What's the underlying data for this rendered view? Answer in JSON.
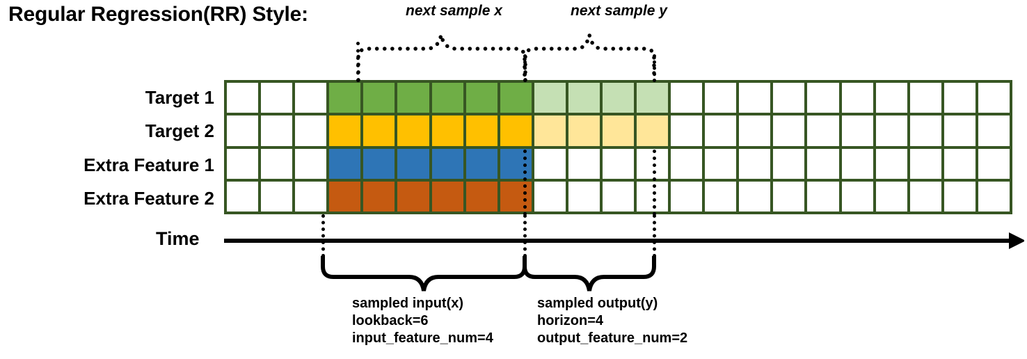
{
  "title": "Regular Regression(RR) Style:",
  "rows": [
    {
      "label": "Target 1",
      "color_key": "green"
    },
    {
      "label": "Target 2",
      "color_key": "yellow"
    },
    {
      "label": "Extra Feature 1",
      "color_key": "blue"
    },
    {
      "label": "Extra Feature 2",
      "color_key": "orange"
    }
  ],
  "grid": {
    "columns": 23,
    "rows": 4,
    "input_start_col": 3,
    "input_end_col": 8,
    "output_start_col": 9,
    "output_end_col": 12,
    "border_color": "#375623",
    "empty_color": "#ffffff"
  },
  "colors": {
    "green": "#6FAE46",
    "green_light": "#C5E0B4",
    "yellow": "#FFC000",
    "yellow_light": "#FFE699",
    "blue": "#2E75B6",
    "orange": "#C55A11",
    "border": "#375623",
    "line": "#000000"
  },
  "axis": {
    "label": "Time"
  },
  "top_annotations": [
    {
      "text": "next sample x"
    },
    {
      "text": "next sample y"
    }
  ],
  "bottom_annotations": [
    {
      "title": "sampled input(x)",
      "line2": "lookback=6",
      "line3": "input_feature_num=4"
    },
    {
      "title": "sampled output(y)",
      "line2": "horizon=4",
      "line3": "output_feature_num=2"
    }
  ]
}
